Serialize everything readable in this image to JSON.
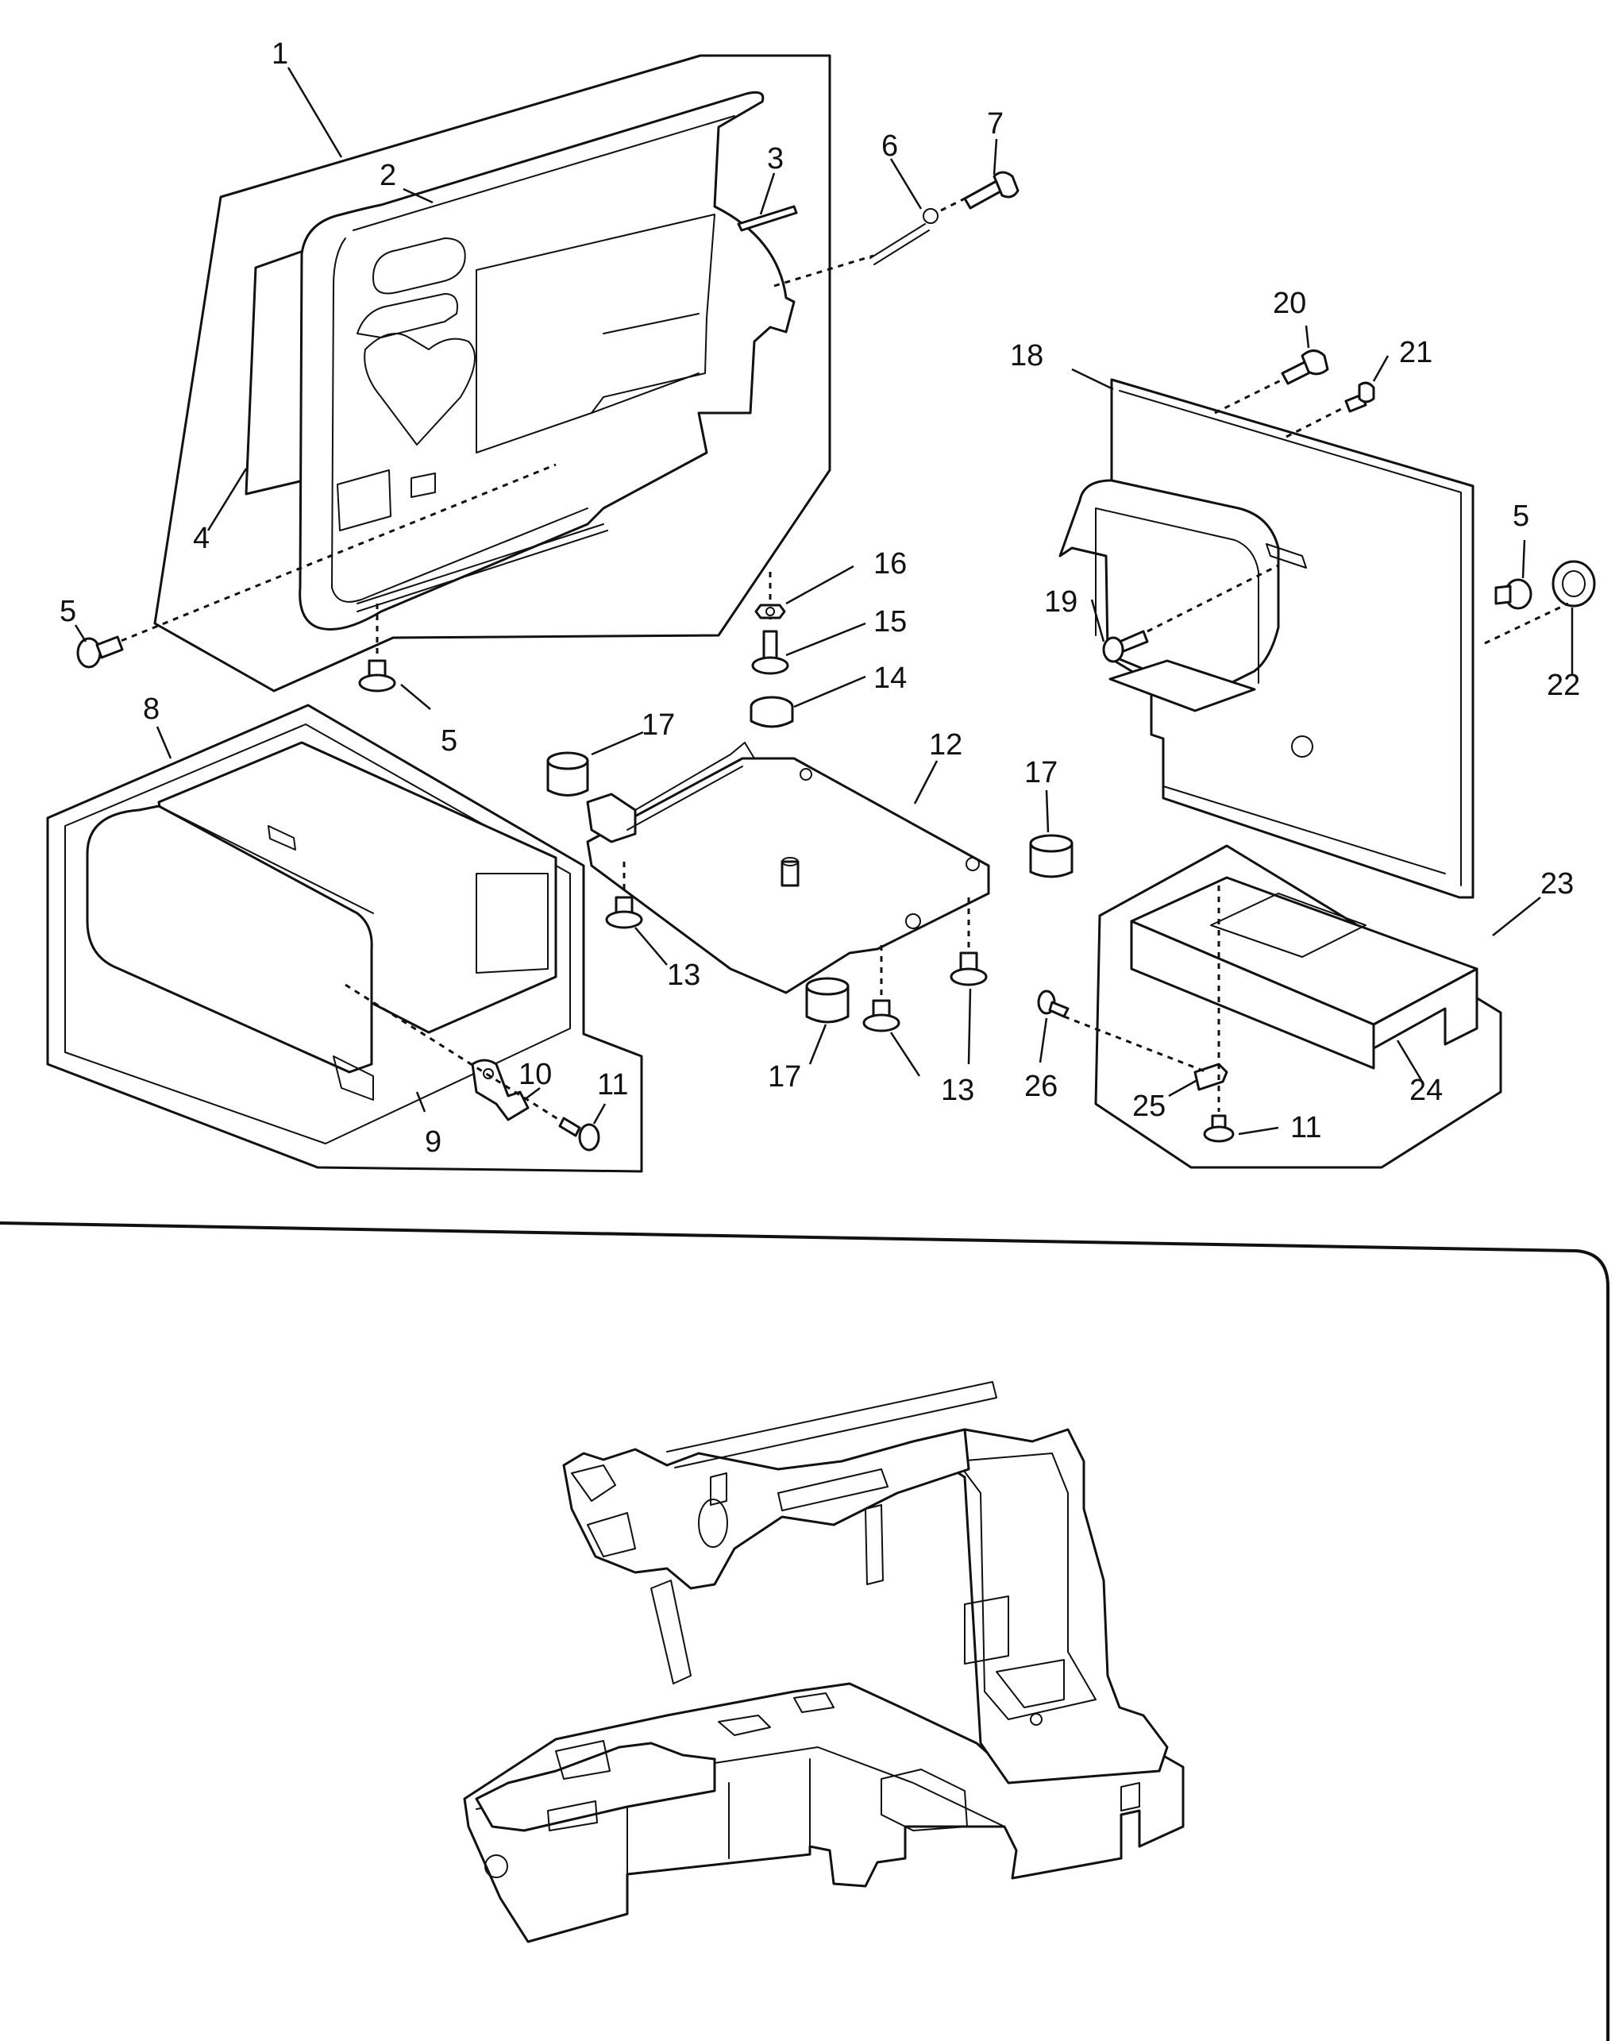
{
  "diagram": {
    "callouts": [
      {
        "id": "c1",
        "text": "1"
      },
      {
        "id": "c2",
        "text": "2"
      },
      {
        "id": "c3",
        "text": "3"
      },
      {
        "id": "c4",
        "text": "4"
      },
      {
        "id": "c5a",
        "text": "5"
      },
      {
        "id": "c5b",
        "text": "5"
      },
      {
        "id": "c5c",
        "text": "5"
      },
      {
        "id": "c6",
        "text": "6"
      },
      {
        "id": "c7",
        "text": "7"
      },
      {
        "id": "c8",
        "text": "8"
      },
      {
        "id": "c9",
        "text": "9"
      },
      {
        "id": "c10",
        "text": "10"
      },
      {
        "id": "c11a",
        "text": "11"
      },
      {
        "id": "c11b",
        "text": "11"
      },
      {
        "id": "c12",
        "text": "12"
      },
      {
        "id": "c13a",
        "text": "13"
      },
      {
        "id": "c13b",
        "text": "13"
      },
      {
        "id": "c13c",
        "text": "13"
      },
      {
        "id": "c14",
        "text": "14"
      },
      {
        "id": "c15",
        "text": "15"
      },
      {
        "id": "c16",
        "text": "16"
      },
      {
        "id": "c17a",
        "text": "17"
      },
      {
        "id": "c17b",
        "text": "17"
      },
      {
        "id": "c17c",
        "text": "17"
      },
      {
        "id": "c18",
        "text": "18"
      },
      {
        "id": "c19",
        "text": "19"
      },
      {
        "id": "c20",
        "text": "20"
      },
      {
        "id": "c21",
        "text": "21"
      },
      {
        "id": "c22",
        "text": "22"
      },
      {
        "id": "c23",
        "text": "23"
      },
      {
        "id": "c24",
        "text": "24"
      },
      {
        "id": "c25",
        "text": "25"
      },
      {
        "id": "c26",
        "text": "26"
      }
    ]
  }
}
